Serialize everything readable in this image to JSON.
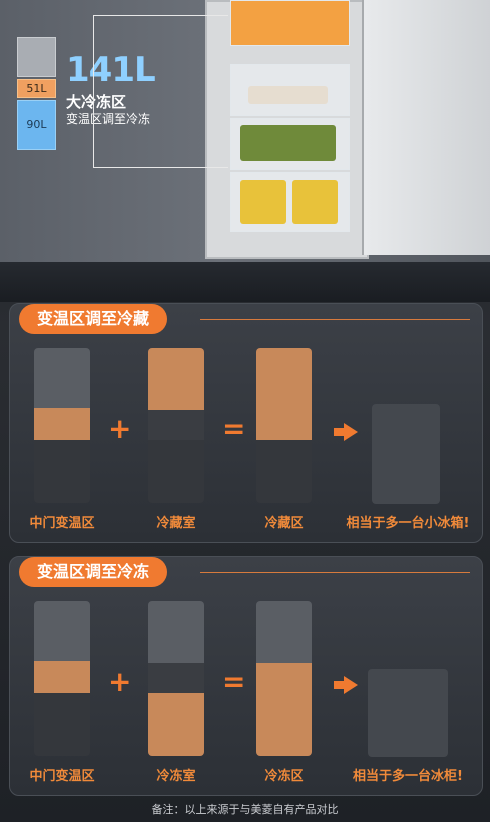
{
  "hero": {
    "cap_51": "51L",
    "cap_90": "90L",
    "big_capacity": "141L",
    "zone_title": "大冷冻区",
    "zone_sub": "变温区调至冷冻"
  },
  "section1": {
    "title": "变温区调至冷藏",
    "labels": [
      "中门变温区",
      "冷藏室",
      "冷藏区",
      "相当于多一台小冰箱!"
    ],
    "plus": "+",
    "equals": "="
  },
  "section2": {
    "title": "变温区调至冷冻",
    "labels": [
      "中门变温区",
      "冷冻室",
      "冷冻区",
      "相当于多一台冰柜!"
    ],
    "plus": "+",
    "equals": "="
  },
  "footer": {
    "note": "备注：以上来源于与美菱自有产品对比"
  },
  "colors": {
    "accent": "#f07a30",
    "blue": "#6cb6ef"
  }
}
